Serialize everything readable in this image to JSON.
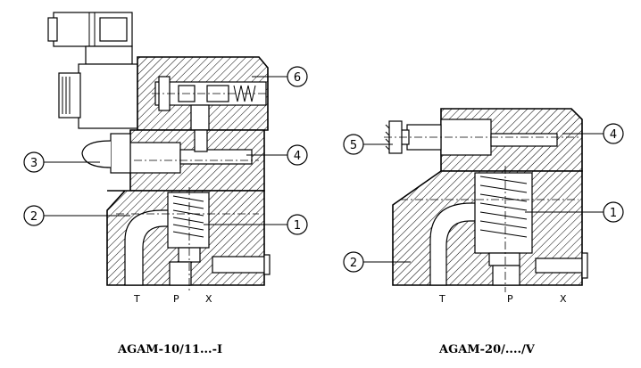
{
  "figures": [
    {
      "caption": "AGAM-10/11...-I",
      "ports": [
        "T",
        "P",
        "X"
      ],
      "callouts": [
        "6",
        "3",
        "4",
        "2",
        "1"
      ]
    },
    {
      "caption": "AGAM-20/..../V",
      "ports": [
        "T",
        "P",
        "X"
      ],
      "callouts": [
        "5",
        "4",
        "1",
        "2"
      ]
    }
  ]
}
